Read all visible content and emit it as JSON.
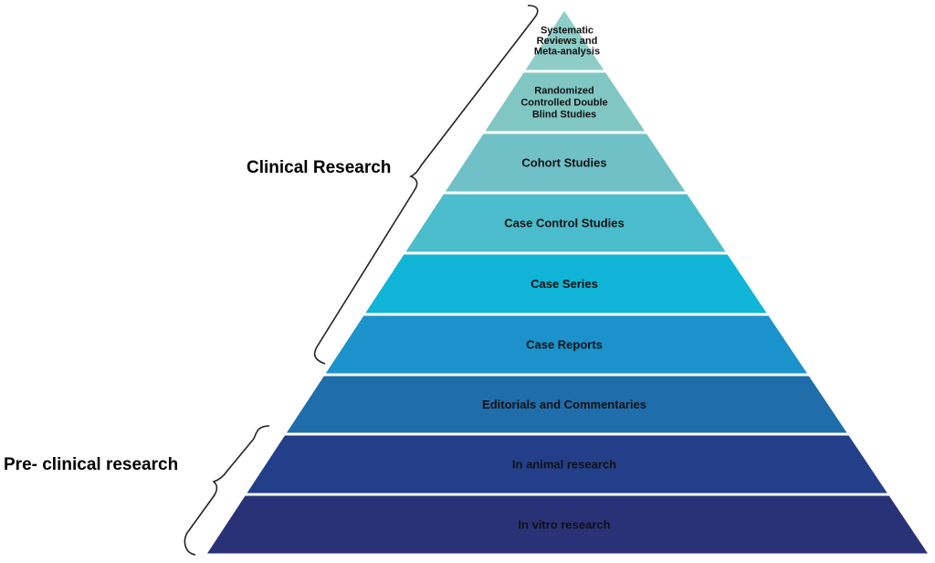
{
  "pyramid": {
    "levels": [
      {
        "lines": [
          "Systematic",
          "Reviews and",
          "Meta-analysis"
        ],
        "color": "#8ecdc7"
      },
      {
        "lines": [
          "Randomized",
          "Controlled Double",
          "Blind Studies"
        ],
        "color": "#80c7c3"
      },
      {
        "lines": [
          "Cohort  Studies"
        ],
        "color": "#70c1c7"
      },
      {
        "lines": [
          "Case Control  Studies"
        ],
        "color": "#4bbccb"
      },
      {
        "lines": [
          "Case Series"
        ],
        "color": "#10b4d6"
      },
      {
        "lines": [
          "Case Reports"
        ],
        "color": "#1b92cb"
      },
      {
        "lines": [
          "Editorials and Commentaries"
        ],
        "color": "#1f6dab"
      },
      {
        "lines": [
          "In animal research"
        ],
        "color": "#233f8a"
      },
      {
        "lines": [
          "In vitro research"
        ],
        "color": "#293276"
      }
    ]
  },
  "groups": {
    "clinical": {
      "label": "Clinical Research"
    },
    "preclinical": {
      "label": "Pre- clinical research"
    }
  }
}
